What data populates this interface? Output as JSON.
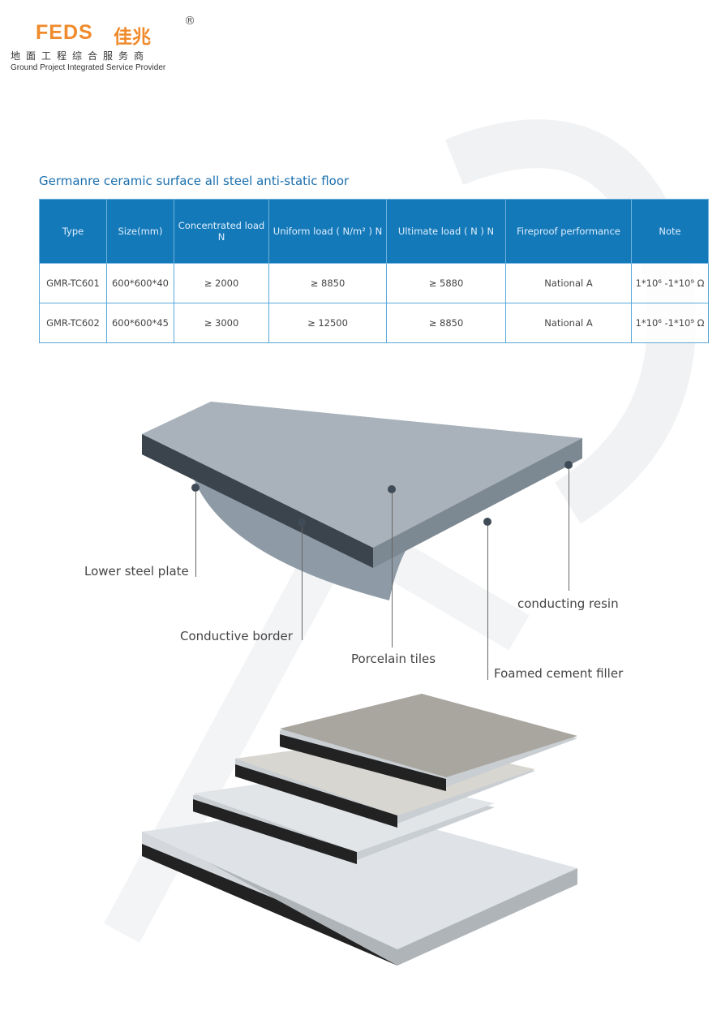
{
  "logo": {
    "brand_en": "FEDS",
    "brand_cn": "佳兆",
    "registered": "®",
    "tagline_cn": "地面工程综合服务商",
    "tagline_en": "Ground Project Integrated Service Provider"
  },
  "title": "Germanre ceramic surface all steel anti-static floor",
  "table": {
    "headers": [
      "Type",
      "Size(mm)",
      "Concentrated load N",
      "Uniform load ( N/m² ) N",
      "Ultimate load ( N ) N",
      "Fireproof performance",
      "Note"
    ],
    "rows": [
      [
        "GMR-TC601",
        "600*600*40",
        "≥ 2000",
        "≥ 8850",
        "≥ 5880",
        "National A",
        "1*10⁶ -1*10⁹ Ω"
      ],
      [
        "GMR-TC602",
        "600*600*45",
        "≥ 3000",
        "≥ 12500",
        "≥ 8850",
        "National A",
        "1*10⁶ -1*10⁹ Ω"
      ]
    ]
  },
  "labels": {
    "lower_steel_plate": "Lower steel plate",
    "conductive_border": "Conductive border",
    "porcelain_tiles": "Porcelain tiles",
    "conducting_resin": "conducting resin",
    "foamed_cement_filler": "Foamed cement filler"
  }
}
